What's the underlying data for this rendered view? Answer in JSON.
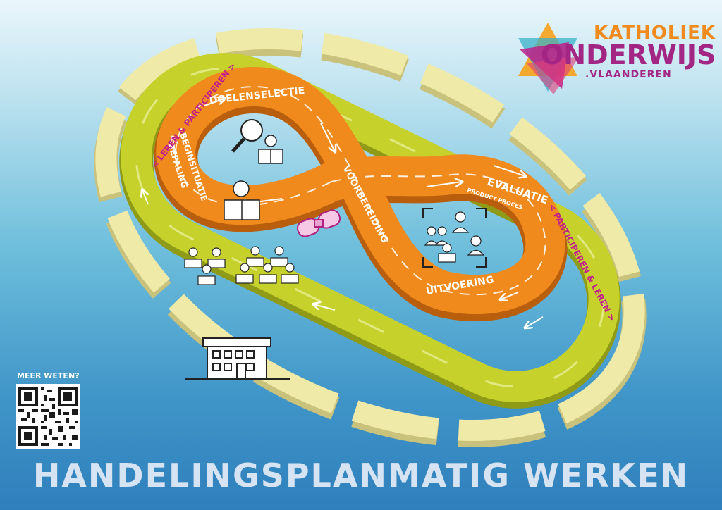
{
  "logo": {
    "line1": "KATHOLIEK",
    "line2": "ONDERWIJS",
    "line3": ".VLAANDEREN"
  },
  "stages": {
    "doelenselectie": "DOELENSELECTIE",
    "beginsituatie_line1": "BEGINSITUATIE",
    "beginsituatie_line2": "BEPALING",
    "voorbereiding": "VOORBEREIDING",
    "evaluatie": "EVALUATIE",
    "evaluatie_sub": "PRODUCT PROCES",
    "uitvoering": "UITVOERING"
  },
  "ring_labels": {
    "top": "< LEREN & PARTICIPEREN >",
    "right": "< PARTICIPEREN & LEREN >"
  },
  "qr": {
    "caption": "MEER WETEN?"
  },
  "title": "HANDELINGSPLANMATIG WERKEN",
  "colors": {
    "orange": "#f08a1c",
    "green": "#c6d12c",
    "cream": "#efeaa8",
    "magenta": "#c0208a",
    "background": "#3f95c8"
  }
}
